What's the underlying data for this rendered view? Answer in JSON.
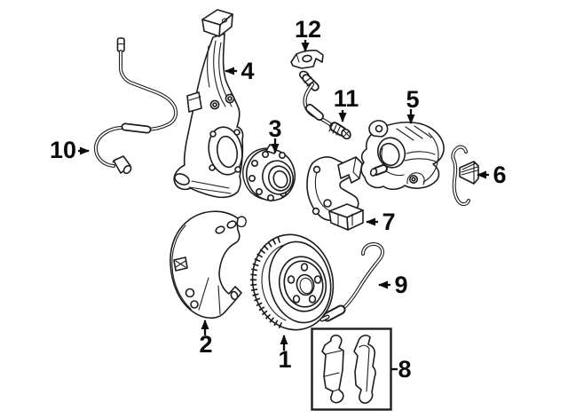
{
  "diagram": {
    "kind": "exploded-parts-line-drawing",
    "style": {
      "background": "#ffffff",
      "line_color": "#1d1d1d",
      "label_color": "#0c0c0c"
    },
    "callouts": [
      {
        "label": "1"
      },
      {
        "label": "2"
      },
      {
        "label": "3"
      },
      {
        "label": "4"
      },
      {
        "label": "5"
      },
      {
        "label": "6"
      },
      {
        "label": "7"
      },
      {
        "label": "8"
      },
      {
        "label": "9"
      },
      {
        "label": "10"
      },
      {
        "label": "11"
      },
      {
        "label": "12"
      }
    ]
  }
}
